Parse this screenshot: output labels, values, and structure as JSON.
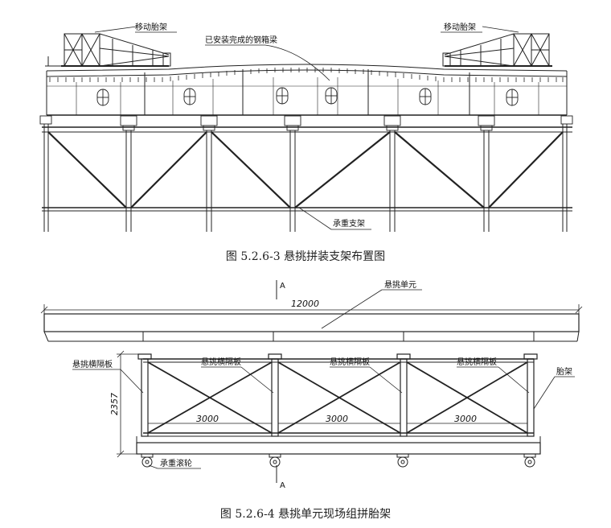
{
  "figure1": {
    "caption": "图 5.2.6-3  悬挑拼装支架布置图",
    "labels": {
      "left_jig": "移动胎架",
      "right_jig": "移动胎架",
      "box_girder": "已安装完成的钢箱梁",
      "support": "承重支架"
    }
  },
  "figure2": {
    "caption": "图 5.2.6-4    悬挑单元现场组拼胎架",
    "labels": {
      "unit": "悬挑单元",
      "overall_length": "12000",
      "height": "2357",
      "bay1": "3000",
      "bay2": "3000",
      "bay3": "3000",
      "diaphragm_left": "悬挑横隔板",
      "diaphragm_1": "悬挑横隔板",
      "diaphragm_2": "悬挑横隔板",
      "diaphragm_3": "悬挑横隔板",
      "jig": "胎架",
      "roller": "承重滚轮",
      "section_top": "A",
      "section_bottom": "A"
    }
  }
}
